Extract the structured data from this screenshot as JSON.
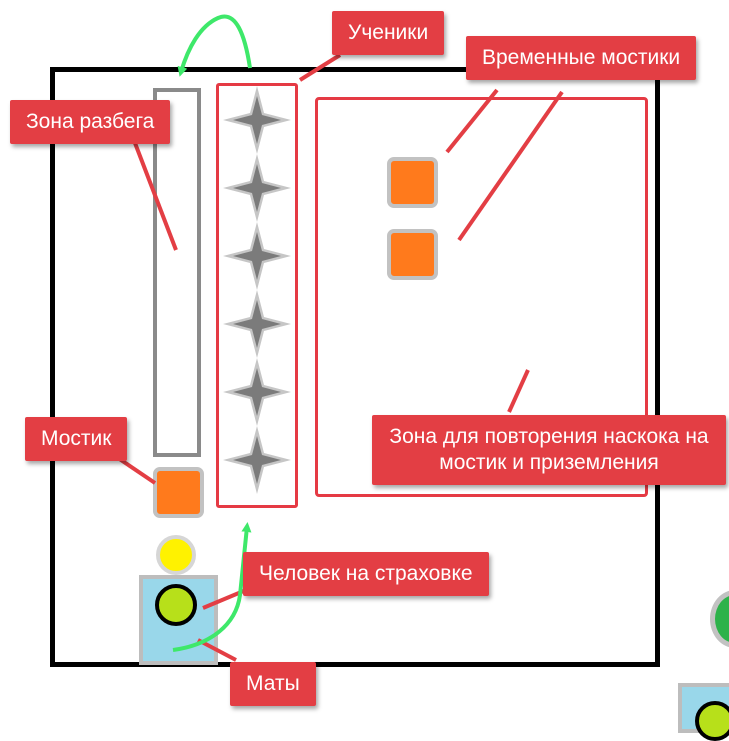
{
  "labels": {
    "students": "Ученики",
    "temp_bridges": "Временные мостики",
    "runup_zone": "Зона разбега",
    "bridge": "Мостик",
    "repeat_zone": "Зона для повторения наскока на мостик и приземления",
    "spotter": "Человек на страховке",
    "mats": "Маты"
  },
  "colors": {
    "label_bg": "#e33e44",
    "label_text": "#ffffff",
    "bridge": "#ff7a1c",
    "mat": "#99d7ea",
    "spotter": "#b7e01a",
    "helper": "#fff200",
    "arrow": "#3ee86a",
    "pointer": "#e33e44"
  },
  "icons": [
    "student-star-icon",
    "movement-arrow-icon",
    "pointer-line"
  ],
  "student_count": 6
}
